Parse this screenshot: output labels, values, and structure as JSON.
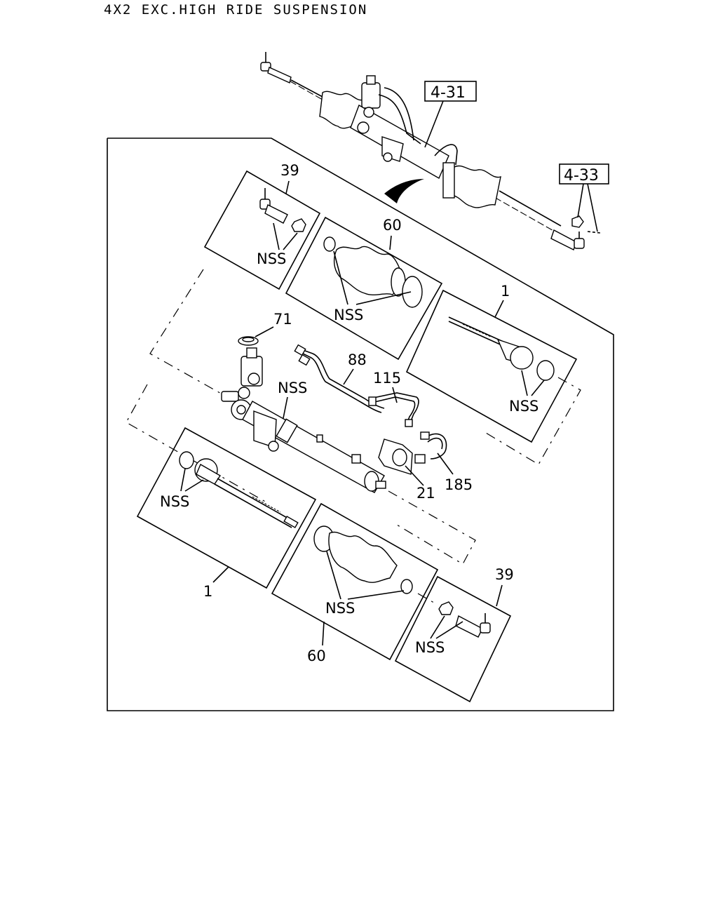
{
  "header": {
    "title": "4X2 EXC.HIGH RIDE SUSPENSION"
  },
  "references": {
    "ref_4_31": "4-31",
    "ref_4_33": "4-33"
  },
  "callouts": {
    "c39_top": "39",
    "c60_top": "60",
    "c1_right": "1",
    "c71": "71",
    "c88": "88",
    "c115": "115",
    "c21": "21",
    "c185": "185",
    "c1_left": "1",
    "c60_bottom": "60",
    "c39_bottom": "39"
  },
  "nss_labels": {
    "nss_39_top": "NSS",
    "nss_60_top": "NSS",
    "nss_1_right": "NSS",
    "nss_housing": "NSS",
    "nss_1_left": "NSS",
    "nss_60_bottom": "NSS",
    "nss_39_bottom": "NSS"
  }
}
